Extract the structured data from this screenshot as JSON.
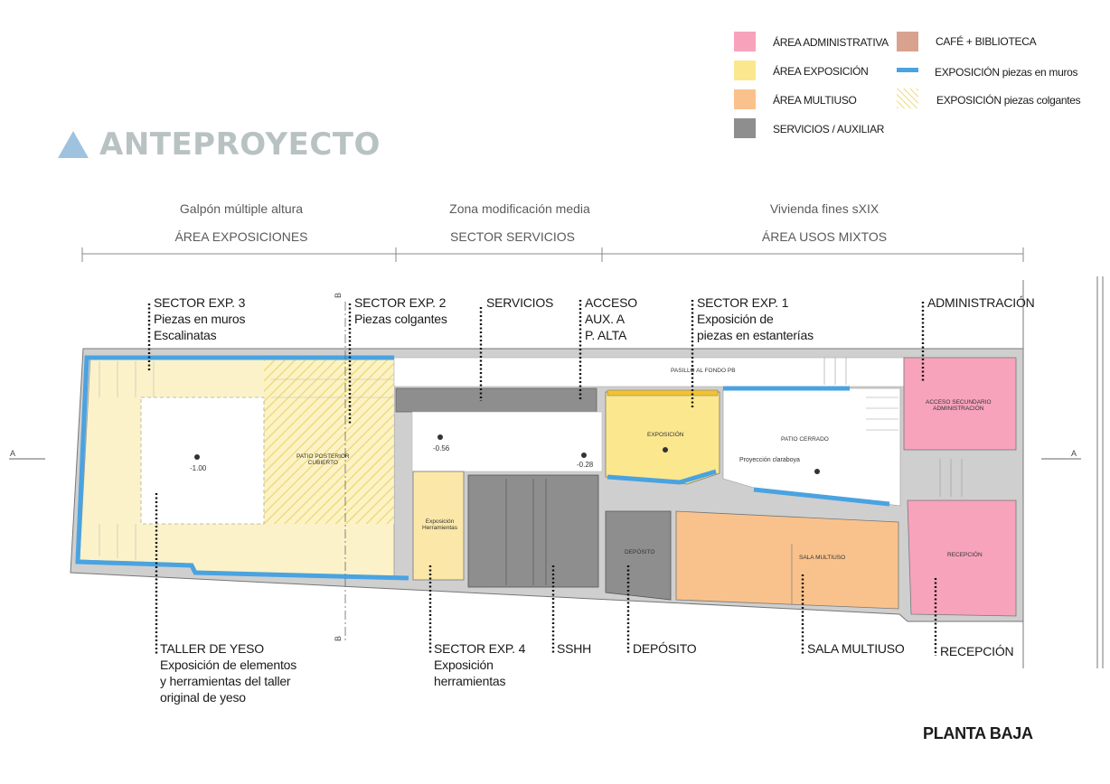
{
  "title": "ANTEPROYECTO",
  "legend": [
    {
      "label": "ÁREA ADMINISTRATIVA",
      "color": "#f7a3bb",
      "pattern": "solid"
    },
    {
      "label": "ÁREA EXPOSICIÓN",
      "color": "#fbe78e",
      "pattern": "solid"
    },
    {
      "label": "ÁREA MULTIUSO",
      "color": "#f9c28c",
      "pattern": "solid"
    },
    {
      "label": "SERVICIOS / AUXILIAR",
      "color": "#8e8e8e",
      "pattern": "solid"
    },
    {
      "label": "CAFÉ + BIBLIOTECA",
      "color": "#d9a28e",
      "pattern": "solid"
    },
    {
      "label": "EXPOSICIÓN piezas en muros",
      "color": "#4aa3e0",
      "pattern": "line"
    },
    {
      "label": "EXPOSICIÓN piezas colgantes",
      "color": "#f2d97a",
      "pattern": "hatch"
    }
  ],
  "zones": [
    {
      "subtitle": "Galpón múltiple altura",
      "title": "ÁREA EXPOSICIONES"
    },
    {
      "subtitle": "Zona modificación media",
      "title": "SECTOR SERVICIOS"
    },
    {
      "subtitle": "Vivienda fines sXIX",
      "title": "ÁREA USOS MIXTOS"
    }
  ],
  "callouts_top": [
    "SECTOR EXP. 3\nPiezas en muros\nEscalinatas",
    "SECTOR EXP. 2\nPiezas colgantes",
    "SERVICIOS",
    "ACCESO\nAUX. A\nP. ALTA",
    "SECTOR EXP. 1\nExposición de\npiezas en estanterías",
    "ADMINISTRACIÓN"
  ],
  "callouts_bottom": [
    "TALLER DE YESO\nExposición de elementos\ny herramientas del taller\noriginal de yeso",
    "SECTOR EXP. 4\nExposición\nherramientas",
    "SSHH",
    "DEPÓSITO",
    "SALA MULTIUSO",
    "RECEPCIÓN"
  ],
  "rooms": {
    "pasillo": "PASILLO AL FONDO PB",
    "acceso_secundario": "ACCESO SECUNDARIO\nADMINISTRACIÓN",
    "exposicion": "EXPOSICIÓN",
    "patio_cerrado": "PATIO CERRADO",
    "proyeccion": "Proyección claraboya",
    "patio_posterior": "PATIO POSTERIOR\nCUBIERTO",
    "exposicion_herramientas": "Exposición\nHerramientas",
    "deposito": "DEPÓSITO",
    "sala_multiuso": "SALA MULTIUSO",
    "recepcion": "RECEPCIÓN"
  },
  "levels": [
    "-1.00",
    "-0.56",
    "-0.28"
  ],
  "section_marks": [
    "A",
    "A",
    "B",
    "B"
  ],
  "sheet_label": "PLANTA BAJA"
}
